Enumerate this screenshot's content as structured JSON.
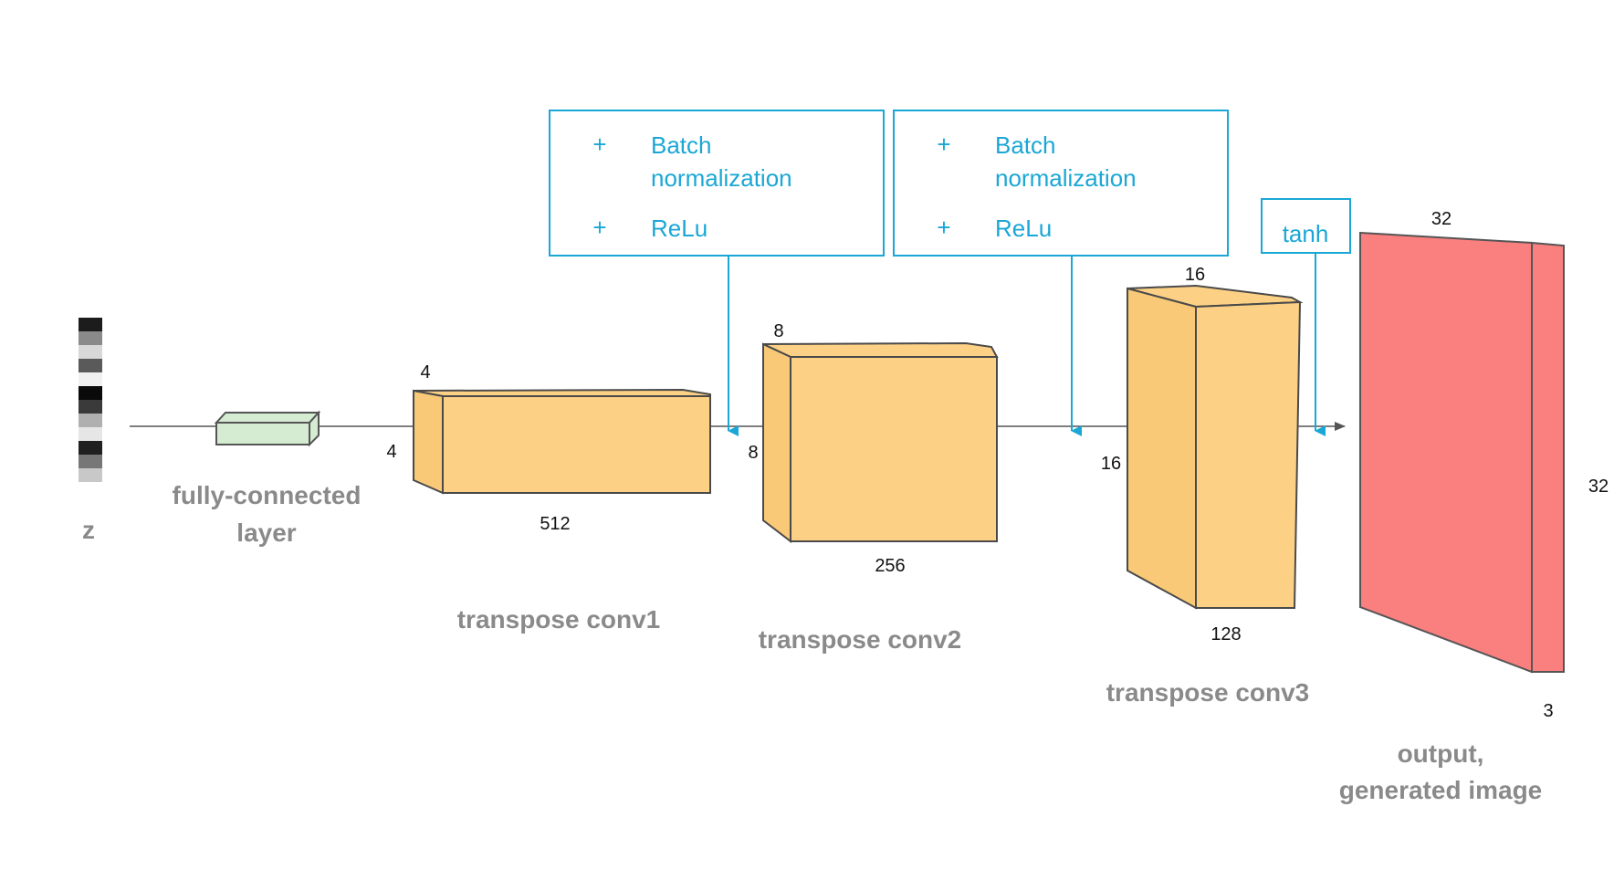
{
  "input": {
    "label": "z",
    "pixels": [
      "#1c1c1c",
      "#8a8a8a",
      "#d8d8d8",
      "#5a5a5a",
      "#f0f0f0",
      "#0a0a0a",
      "#3a3a3a",
      "#b0b0b0",
      "#e6e6e6",
      "#202020",
      "#777777",
      "#c8c8c8"
    ]
  },
  "fc": {
    "label_line1": "fully-connected",
    "label_line2": "layer"
  },
  "conv1": {
    "label": "transpose conv1",
    "depth_dim": "4",
    "height_dim": "4",
    "channels_dim": "512"
  },
  "conv2": {
    "label": "transpose conv2",
    "depth_dim": "8",
    "height_dim": "8",
    "channels_dim": "256"
  },
  "conv3": {
    "label": "transpose conv3",
    "depth_dim": "16",
    "height_dim": "16",
    "channels_dim": "128"
  },
  "output": {
    "label_line1": "output,",
    "label_line2": "generated image",
    "width_dim": "32",
    "height_dim": "32",
    "channels_dim": "3"
  },
  "bn_box_1": {
    "bullet_1": "+",
    "item_1_line1": "Batch",
    "item_1_line2": "normalization",
    "bullet_2": "+",
    "item_2": "ReLu"
  },
  "bn_box_2": {
    "bullet_1": "+",
    "item_1_line1": "Batch",
    "item_1_line2": "normalization",
    "bullet_2": "+",
    "item_2": "ReLu"
  },
  "tanh_box": {
    "label": "tanh"
  },
  "colors": {
    "conv_fill": "#fdd185",
    "output_fill": "#fa7f7f",
    "fc_fill": "#d5ebd2",
    "accent_blue": "#1aa7d6",
    "label_gray": "#8a8a8a"
  }
}
